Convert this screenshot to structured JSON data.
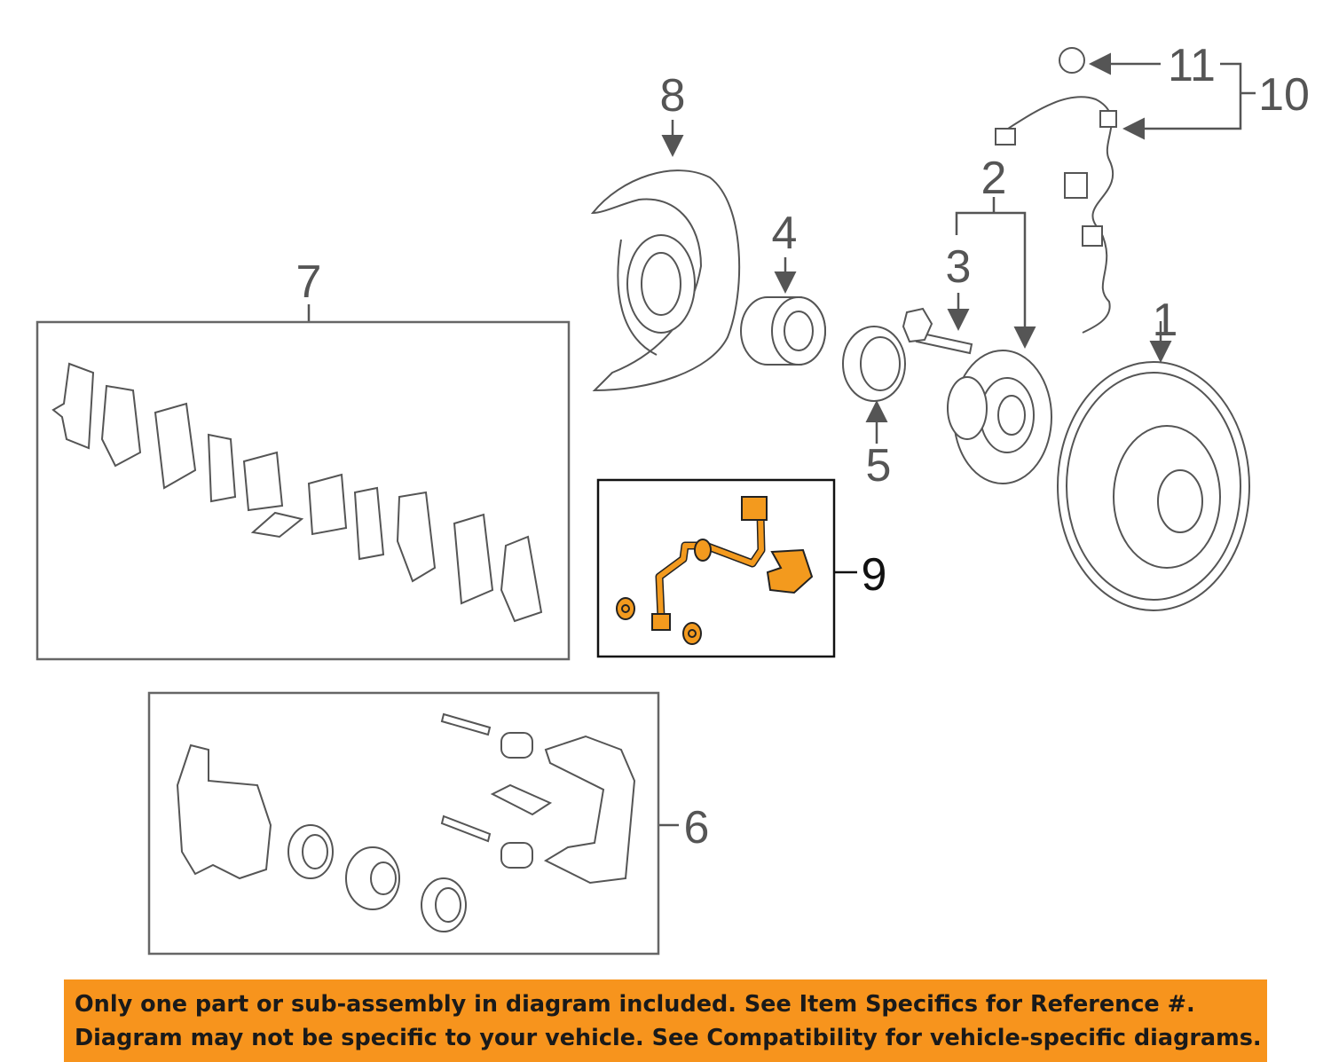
{
  "callouts": {
    "c1": "1",
    "c2": "2",
    "c3": "3",
    "c4": "4",
    "c5": "5",
    "c6": "6",
    "c7": "7",
    "c8": "8",
    "c9": "9",
    "c10": "10",
    "c11": "11"
  },
  "highlight_color": "#f39a1e",
  "banner": {
    "line1": "Only one part or sub-assembly in diagram included. See Item Specifics for Reference #.",
    "line2": "Diagram may not be specific to your vehicle. See Compatibility for vehicle-specific diagrams.",
    "color": "#f7941d"
  }
}
